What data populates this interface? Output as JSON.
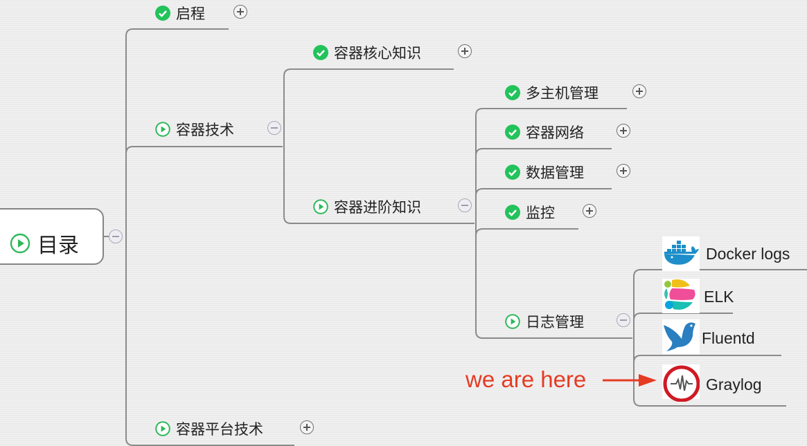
{
  "root": {
    "label": "目录"
  },
  "branches": {
    "qicheng": "启程",
    "rongqi_jishu": "容器技术",
    "hexin_zhishi": "容器核心知识",
    "jinjie_zhishi": "容器进阶知识",
    "duozhuji": "多主机管理",
    "wangluo": "容器网络",
    "shuju": "数据管理",
    "jiankong": "监控",
    "rizhi": "日志管理",
    "pingtai": "容器平台技术"
  },
  "log_tools": {
    "docker_logs": "Docker logs",
    "elk": "ELK",
    "fluentd": "Fluentd",
    "graylog": "Graylog"
  },
  "annotation": {
    "text": "we are here",
    "color": "#e53b22"
  },
  "colors": {
    "check": "#22c35a",
    "play": "#2fb85a",
    "line": "#8a8a8a"
  }
}
